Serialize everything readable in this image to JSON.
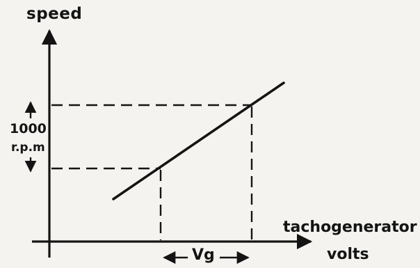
{
  "labels": {
    "y_axis": "speed",
    "x_axis_line1": "tachogenerator",
    "x_axis_line2": "volts",
    "x_interval": "Vg",
    "y_interval_value": "1000",
    "y_interval_unit": "r.p.m"
  },
  "colors": {
    "ink": "#141414",
    "paper": "#f4f3ef"
  }
}
